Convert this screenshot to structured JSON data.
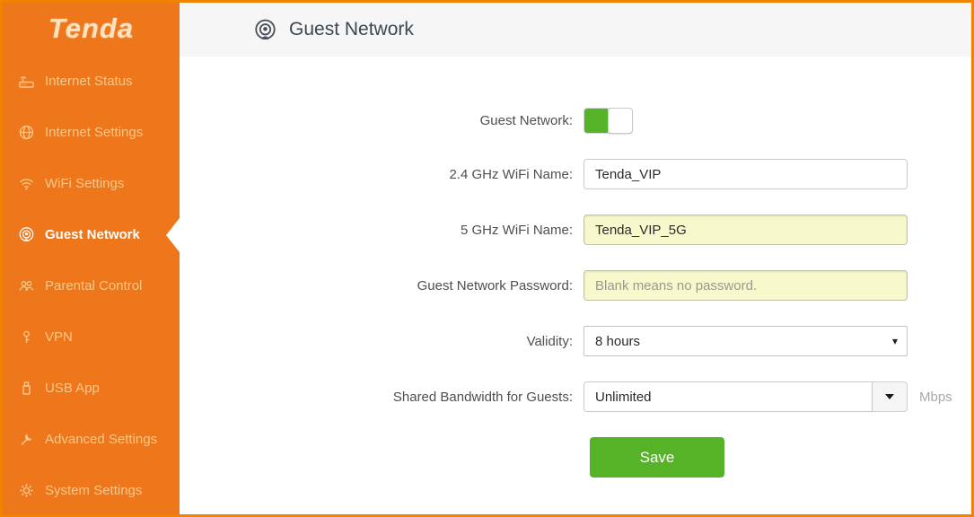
{
  "brand": {
    "logo_text": "Tenda"
  },
  "sidebar": {
    "items": [
      {
        "label": "Internet Status",
        "icon": "router-icon",
        "active": false
      },
      {
        "label": "Internet Settings",
        "icon": "globe-icon",
        "active": false
      },
      {
        "label": "WiFi Settings",
        "icon": "wifi-icon",
        "active": false
      },
      {
        "label": "Guest Network",
        "icon": "guest-network-icon",
        "active": true
      },
      {
        "label": "Parental Control",
        "icon": "parental-icon",
        "active": false
      },
      {
        "label": "VPN",
        "icon": "vpn-key-icon",
        "active": false
      },
      {
        "label": "USB App",
        "icon": "usb-icon",
        "active": false
      },
      {
        "label": "Advanced Settings",
        "icon": "wrench-icon",
        "active": false
      },
      {
        "label": "System Settings",
        "icon": "gear-icon",
        "active": false
      }
    ]
  },
  "header": {
    "title": "Guest Network",
    "icon": "guest-network-icon"
  },
  "form": {
    "guest_network": {
      "label": "Guest Network:",
      "enabled": true
    },
    "wifi_name_24": {
      "label": "2.4 GHz WiFi Name:",
      "value": "Tenda_VIP"
    },
    "wifi_name_5": {
      "label": "5 GHz WiFi Name:",
      "value": "Tenda_VIP_5G"
    },
    "password": {
      "label": "Guest Network Password:",
      "value": "",
      "placeholder": "Blank means no password."
    },
    "validity": {
      "label": "Validity:",
      "value": "8 hours"
    },
    "bandwidth": {
      "label": "Shared Bandwidth for Guests:",
      "value": "Unlimited",
      "unit": "Mbps"
    },
    "save_label": "Save"
  },
  "colors": {
    "brand_orange": "#EE761B",
    "border_orange": "#F08300",
    "accent_green": "#56B327",
    "highlight_yellow": "#F8F8CD",
    "header_bg": "#F6F6F6"
  }
}
